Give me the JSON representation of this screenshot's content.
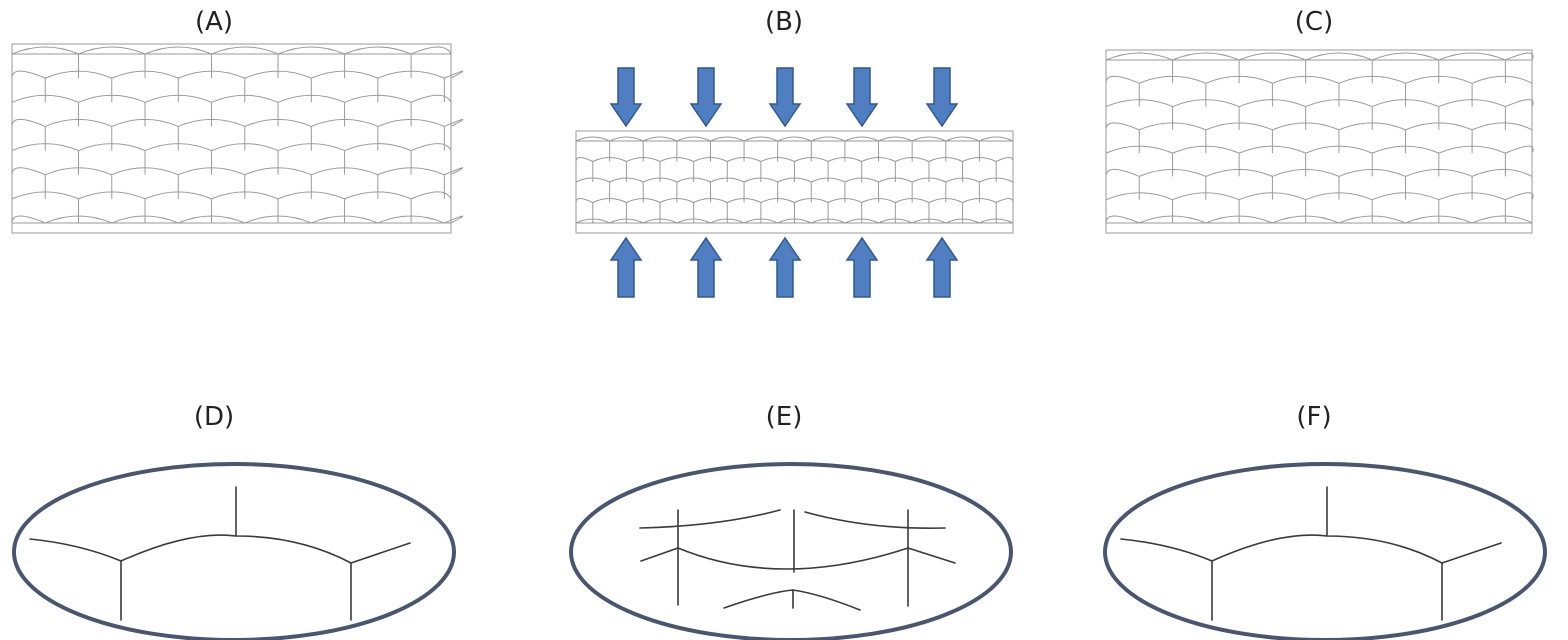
{
  "panels": [
    {
      "id": "A",
      "label": "(A)",
      "kind": "foam"
    },
    {
      "id": "B",
      "label": "(B)",
      "kind": "foam-compressed"
    },
    {
      "id": "C",
      "label": "(C)",
      "kind": "foam"
    },
    {
      "id": "D",
      "label": "(D)",
      "kind": "cell-detail"
    },
    {
      "id": "E",
      "label": "(E)",
      "kind": "cell-detail-compressed"
    },
    {
      "id": "F",
      "label": "(F)",
      "kind": "cell-detail"
    }
  ],
  "colors": {
    "arrow_fill": "#4F7FC0",
    "arrow_stroke": "#2F5A96",
    "ellipse_stroke": "#4A5570",
    "cell_line": "#9a9a9a",
    "wall_line": "#3a3a3a"
  },
  "icons": {
    "arrow_down": "arrow-down-icon",
    "arrow_up": "arrow-up-icon"
  }
}
